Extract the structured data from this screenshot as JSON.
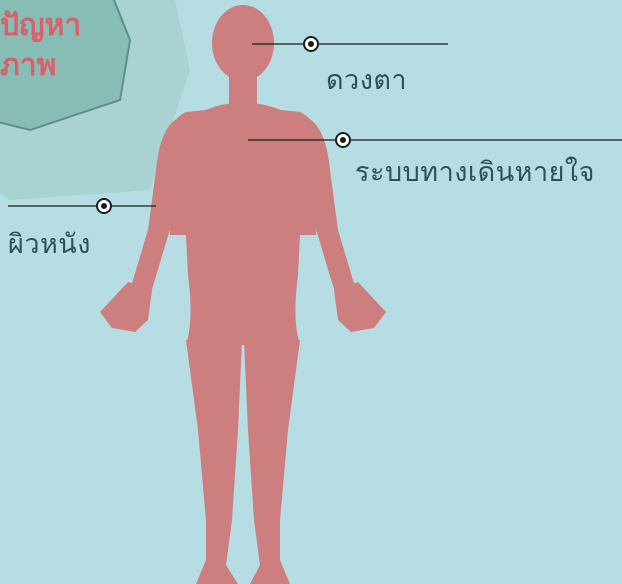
{
  "badge": {
    "line1": "ปัญหา",
    "line2": "ภาพ",
    "colors": {
      "outer": "#a6d0d0",
      "inner": "#86bcb4",
      "text": "#d9606a"
    }
  },
  "figure": {
    "color": "#cc7f7e"
  },
  "callouts": {
    "eyes": "ดวงตา",
    "respiratory": "ระบบทางเดินหายใจ",
    "skin": "ผิวหนัง"
  },
  "colors": {
    "background": "#b6dde3",
    "line": "#1d1d1d",
    "label": "#2f4f5a"
  }
}
